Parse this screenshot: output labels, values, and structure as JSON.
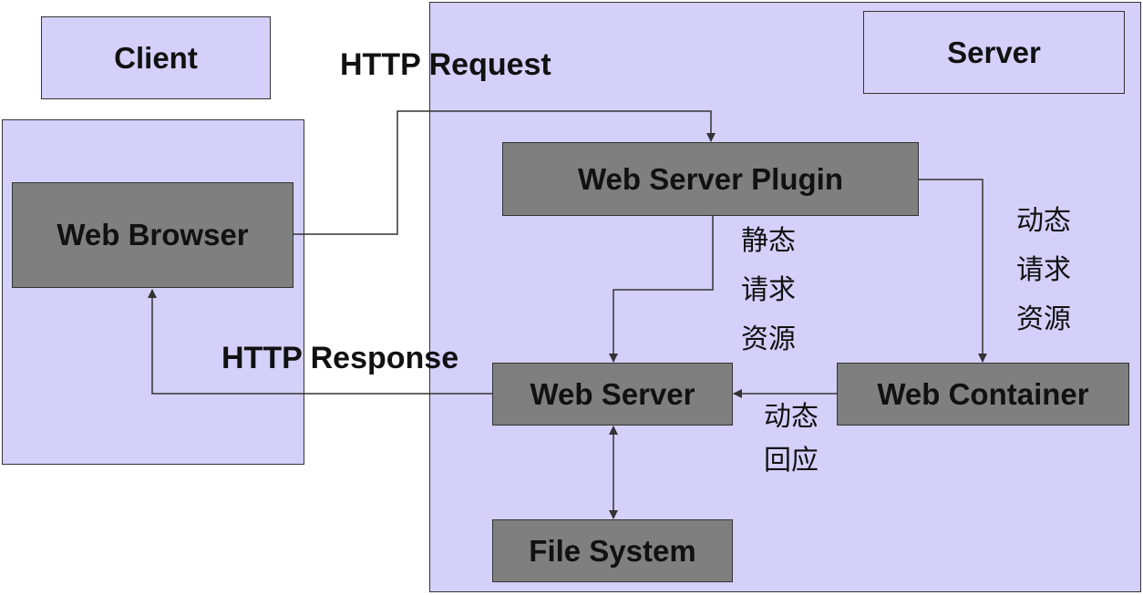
{
  "client": {
    "title": "Client"
  },
  "server": {
    "title": "Server"
  },
  "nodes": {
    "web_browser": "Web Browser",
    "web_server_plugin": "Web Server Plugin",
    "web_server": "Web Server",
    "web_container": "Web Container",
    "file_system": "File System"
  },
  "labels": {
    "http_request": "HTTP Request",
    "http_response": "HTTP Response",
    "static_request": [
      "静态",
      "请求",
      "资源"
    ],
    "dynamic_request": [
      "动态",
      "请求",
      "资源"
    ],
    "dynamic_response": [
      "动态",
      "回应"
    ]
  },
  "colors": {
    "region_fill": "#d4d0fa",
    "node_fill": "#7f7f7f",
    "line": "#333333"
  }
}
